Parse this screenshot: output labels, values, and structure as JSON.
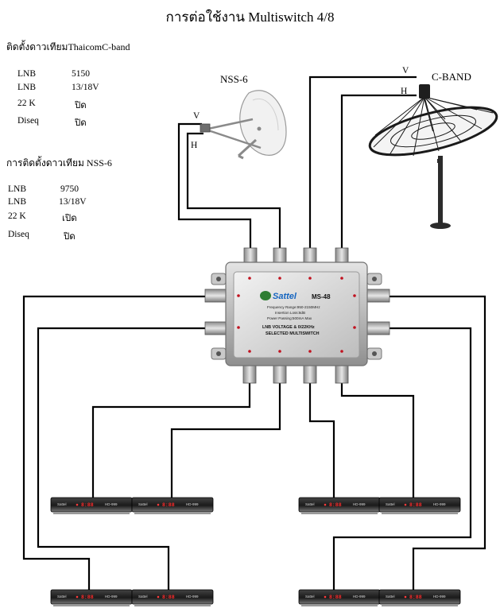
{
  "title": "การต่อใช้งาน Multiswitch 4/8",
  "thaicom": {
    "heading": "ติดตั้งดาวเทียมThaicomC-band",
    "rows": [
      {
        "name": "LNB",
        "value": "5150"
      },
      {
        "name": "LNB",
        "value": "13/18V"
      },
      {
        "name": "22 K",
        "value": "ปิด"
      },
      {
        "name": "Diseq",
        "value": "ปิด"
      }
    ]
  },
  "nss6": {
    "heading": "การติดตั้งดาวเทียม NSS-6",
    "rows": [
      {
        "name": "LNB",
        "value": "9750"
      },
      {
        "name": "LNB",
        "value": "13/18V"
      },
      {
        "name": "22 K",
        "value": "เปิด"
      },
      {
        "name": "Diseq",
        "value": "ปิด"
      }
    ]
  },
  "dishes": {
    "nss6_label": "NSS-6",
    "cband_label": "C-BAND",
    "nss6_v": "V",
    "nss6_h": "H",
    "cband_v": "V",
    "cband_h": "H"
  },
  "multiswitch": {
    "model": "MS-48",
    "brand": "Sattel",
    "spec1": "Frequency Range:950-2150MHz",
    "spec2": "Insertion Loss:8dB",
    "spec3": "Power Passing:500mA Max",
    "spec4": "LNB VOLTAGE & 0/22KHz",
    "spec5": "SELECTED MULTISWITCH"
  },
  "receivers": {
    "brand": "Sattel",
    "display": "8:88",
    "model": "HD-999"
  }
}
